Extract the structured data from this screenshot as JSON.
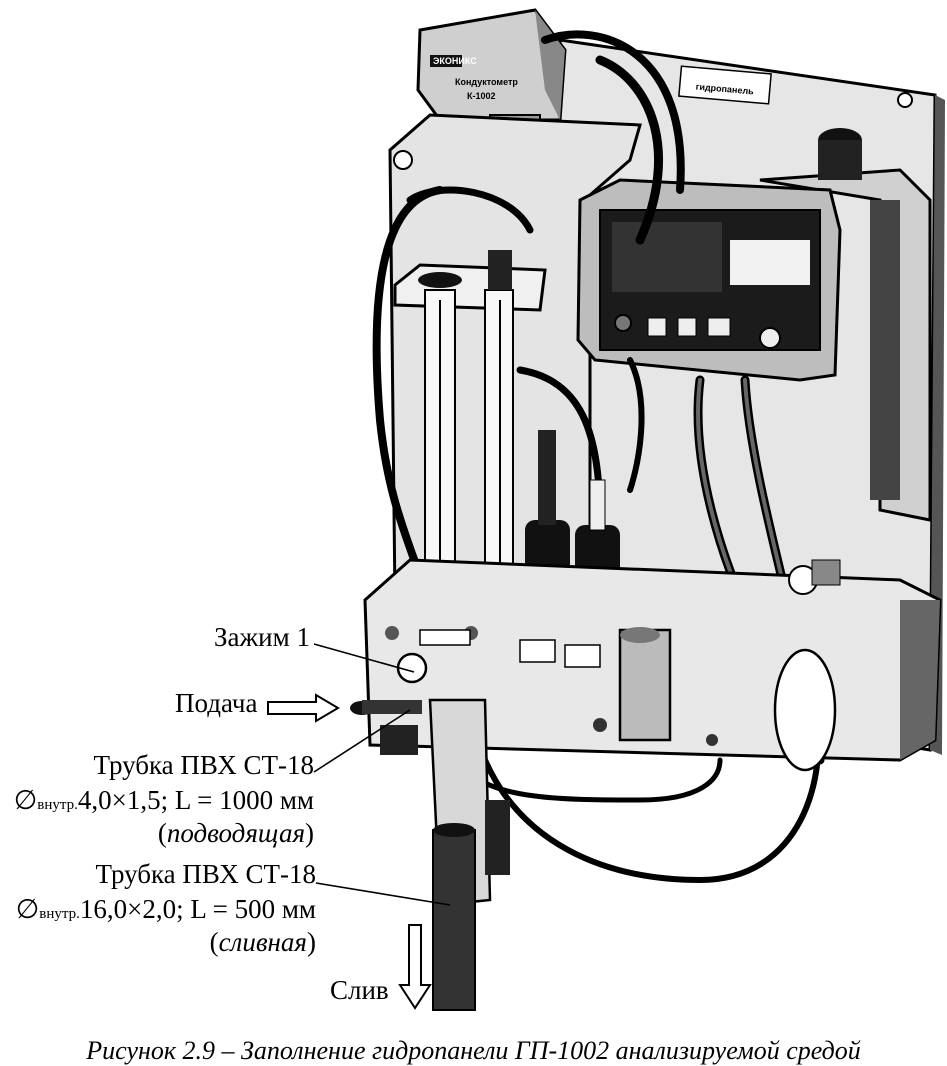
{
  "device_labels": {
    "conductometer_brand": "ЭКОНИКС",
    "conductometer_line1": "Кондуктометр",
    "conductometer_line2": "К-1002",
    "panel_plate": "гидропанель"
  },
  "callouts": {
    "clamp": "Зажим 1",
    "supply": "Подача",
    "supply_tube_name": "Трубка ПВХ СТ-18",
    "supply_tube_diam_symbol": "∅",
    "supply_tube_diam_sub": "внутр.",
    "supply_tube_dims": "4,0×1,5; L = 1000 мм",
    "supply_tube_role_open": "(",
    "supply_tube_role": "подводящая",
    "supply_tube_role_close": ")",
    "drain_tube_name": "Трубка ПВХ СТ-18",
    "drain_tube_diam_symbol": "∅",
    "drain_tube_diam_sub": "внутр.",
    "drain_tube_dims": "16,0×2,0; L = 500 мм",
    "drain_tube_role_open": "(",
    "drain_tube_role": "сливная",
    "drain_tube_role_close": ")",
    "drain": "Слив"
  },
  "caption": "Рисунок 2.9 – Заполнение гидропанели ГП-1002 анализируемой средой"
}
